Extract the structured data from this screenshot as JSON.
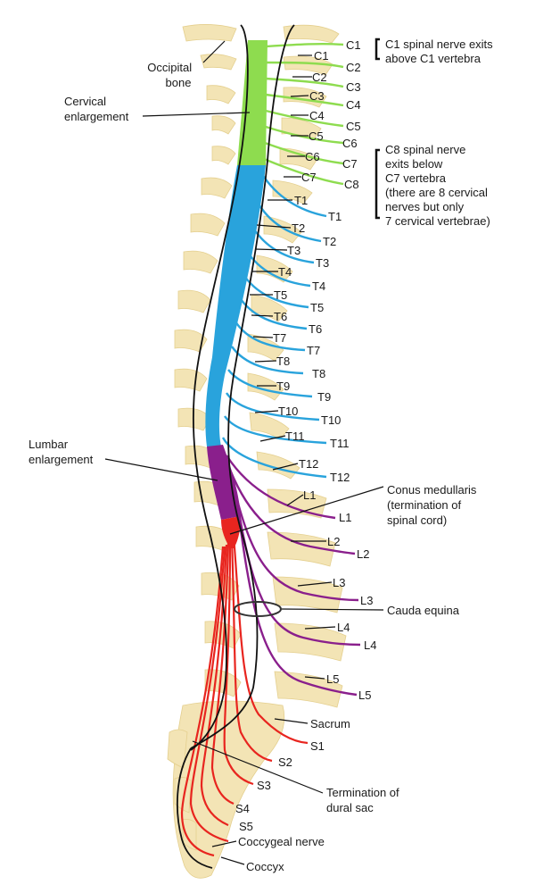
{
  "colors": {
    "cervical": "#8edc4f",
    "thoracic": "#29a3dc",
    "lumbar": "#8a1f8c",
    "sacral": "#e8251f",
    "bone": "#f3e4b5"
  },
  "labels": {
    "occipital_bone": [
      "Occipital",
      "bone"
    ],
    "cervical_enlargement": [
      "Cervical",
      "enlargement"
    ],
    "lumbar_enlargement": [
      "Lumbar",
      "enlargement"
    ],
    "conus_medullaris": [
      "Conus medullaris",
      "(termination of",
      "spinal cord)"
    ],
    "cauda_equina": "Cauda equina",
    "sacrum": "Sacrum",
    "termination_dural_sac": [
      "Termination of",
      "dural sac"
    ],
    "coccygeal_nerve": "Coccygeal nerve",
    "coccyx": "Coccyx"
  },
  "notes": {
    "c1": [
      "C1 spinal nerve exits",
      "above C1 vertebra"
    ],
    "c8": [
      "C8 spinal nerve",
      "exits below",
      "C7 vertebra",
      "(there are 8 cervical",
      "nerves but only",
      "7 cervical vertebrae)"
    ]
  },
  "vertebra_labels": [
    "C1",
    "C2",
    "C3",
    "C4",
    "C5",
    "C6",
    "C7",
    "T1",
    "T2",
    "T3",
    "T4",
    "T5",
    "T6",
    "T7",
    "T8",
    "T9",
    "T10",
    "T11",
    "T12",
    "L1",
    "L2",
    "L3",
    "L4",
    "L5"
  ],
  "nerve_labels": [
    "C1",
    "C2",
    "C3",
    "C4",
    "C5",
    "C6",
    "C7",
    "C8",
    "T1",
    "T2",
    "T3",
    "T4",
    "T5",
    "T6",
    "T7",
    "T8",
    "T9",
    "T10",
    "T11",
    "T12",
    "L1",
    "L2",
    "L3",
    "L4",
    "L5",
    "S1",
    "S2",
    "S3",
    "S4",
    "S5"
  ]
}
